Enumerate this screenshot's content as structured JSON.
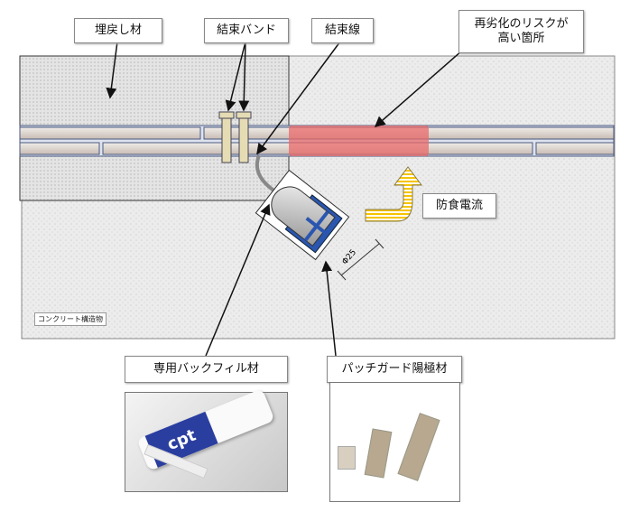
{
  "labels": {
    "backfill": "埋戻し材",
    "tie_band": "結束バンド",
    "tie_wire": "結束線",
    "risk_line1": "再劣化のリスクが",
    "risk_line2": "高い箇所",
    "current": "防食電流",
    "concrete": "コンクリート構造物",
    "backfill_material": "専用バックフィル材",
    "anode": "パッチガード陽極材",
    "diameter": "Φ25"
  },
  "photo_text": {
    "brand": "cpt"
  },
  "colors": {
    "risk_zone": "#e86a6a",
    "anode_blue": "#2a56b0",
    "current_arrow": "#f5c400",
    "band": "#e6dcb4"
  }
}
